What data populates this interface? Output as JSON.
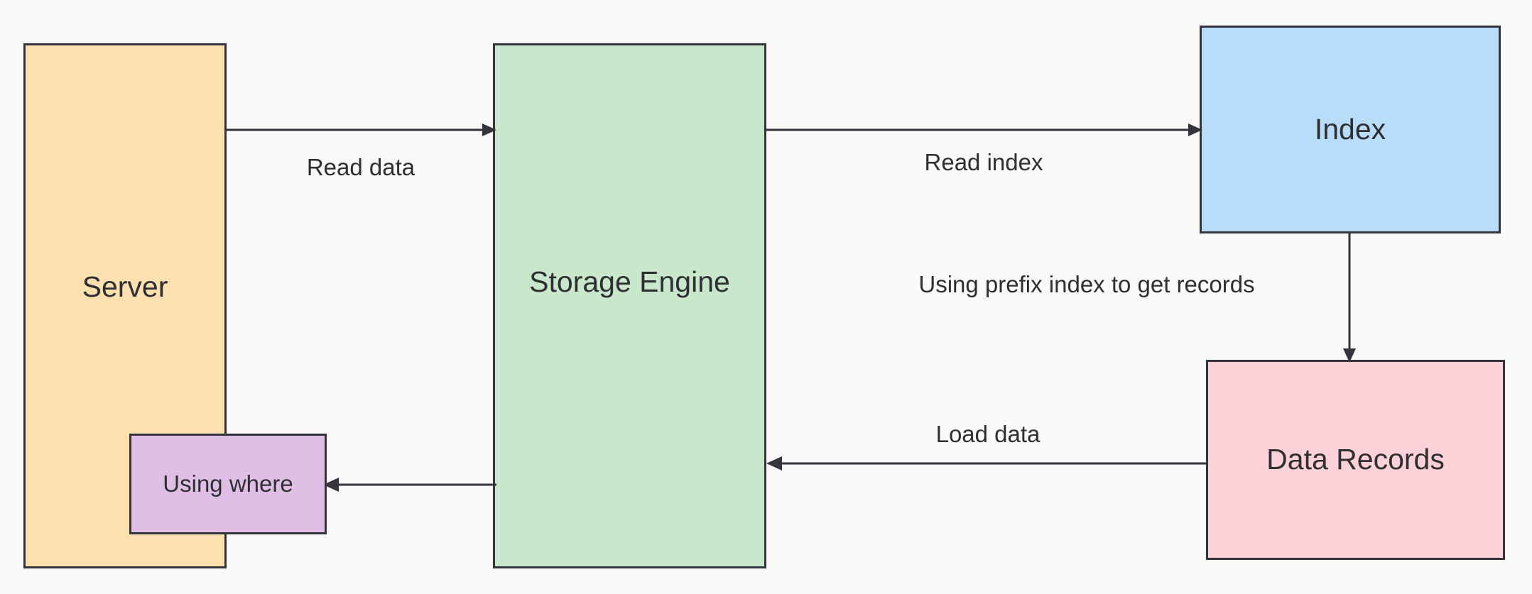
{
  "diagram": {
    "title": "MySQL prefix index query flow",
    "background_color": "#f9f9f9",
    "stroke_color": "#34343c",
    "text_color": "#2e2e33",
    "nodes": [
      {
        "id": "server",
        "label": "Server",
        "fill": "#fce0b0"
      },
      {
        "id": "storage_engine",
        "label": "Storage Engine",
        "fill": "#c9e7cb"
      },
      {
        "id": "index",
        "label": "Index",
        "fill": "#b7ddf8"
      },
      {
        "id": "data_records",
        "label": "Data Records",
        "fill": "#fcd2d8"
      },
      {
        "id": "using_where",
        "label": "Using where",
        "fill": "#dfbfe6"
      }
    ],
    "edges": [
      {
        "id": "read_data",
        "label": "Read data",
        "from": "server",
        "to": "storage_engine",
        "direction": "right"
      },
      {
        "id": "read_index",
        "label": "Read index",
        "from": "storage_engine",
        "to": "index",
        "direction": "right"
      },
      {
        "id": "prefix_index",
        "label": "Using prefix index to get records",
        "from": "index",
        "to": "data_records",
        "direction": "down"
      },
      {
        "id": "load_data",
        "label": "Load data",
        "from": "data_records",
        "to": "storage_engine",
        "direction": "left"
      },
      {
        "id": "using_where",
        "label": "",
        "from": "storage_engine",
        "to": "using_where",
        "direction": "left"
      }
    ]
  }
}
